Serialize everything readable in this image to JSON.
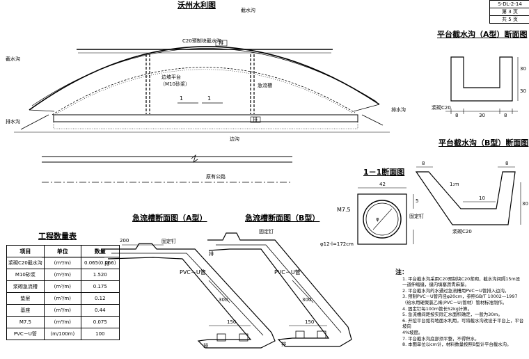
{
  "sheet": {
    "code": "S-DL-2-14",
    "page": "第 3 页",
    "total": "共 5 页"
  },
  "titles": {
    "elevation": "沃州水利图",
    "platform_a": "平台截水沟（A型）断面图",
    "platform_b": "平台截水沟（B型）断面图",
    "section_11": "1－1断面图",
    "chute_a": "急流槽断面图（A型）",
    "chute_b": "急流槽断面图（B型）",
    "quantity": "工程数量表"
  },
  "elevation_labels": {
    "top_note": "截水沟",
    "c20": "C20预制块截水沟",
    "left_ditch": "截水沟",
    "platform": "边坡平台",
    "m10": "（M10砂浆）",
    "right_ditch": "急流槽",
    "left_foot": "排水沟",
    "right_foot": "排水沟",
    "bottom": "边沟",
    "cut_left": "1",
    "cut_right": "1",
    "road": "原有公路",
    "pipe_a": "排",
    "pipe_b": "排"
  },
  "platform_a": {
    "material": "浆砌C20",
    "dim_left": "8",
    "dim_mid": "30",
    "dim_right": "8",
    "dim_h": "30",
    "dim_b": "30"
  },
  "platform_b": {
    "dim_top_l": "8",
    "dim_top_r": "8",
    "dim_mid": "10",
    "dim_h": "30",
    "slope": "1:m",
    "material": "浆砌C20"
  },
  "section_11": {
    "width": "42",
    "dim_r": "5",
    "mortar": "M7.5",
    "rebar": "φ12-l=172cm",
    "anchor": "固定钉",
    "pipe": "φ"
  },
  "chute_a": {
    "top_dim": "200",
    "anchor": "固定钉",
    "pipe": "PVC－U管",
    "slope_dim": "300",
    "bottom_dim": "150",
    "foot_l": "排",
    "foot_r": "排"
  },
  "chute_b": {
    "top_dim": "",
    "anchor": "固定钉",
    "pipe": "PVC－U管",
    "slope_dim": "300",
    "bottom_dim": "150",
    "foot_l": "排",
    "foot_r": "排"
  },
  "quantity_table": {
    "header": [
      "项目",
      "单位",
      "数量"
    ],
    "rows": [
      [
        "浆砌C20截水沟",
        "(m³/m)",
        "0.065(0.066)"
      ],
      [
        "M10砂浆",
        "(m³/m)",
        "1.520"
      ],
      [
        "浆砌急流槽",
        "(m³/m)",
        "0.175"
      ],
      [
        "垫层",
        "(m³/m)",
        "0.12"
      ],
      [
        "基座",
        "(m³/m)",
        "0.44"
      ],
      [
        "M7.5",
        "(m³/m)",
        "0.075"
      ],
      [
        "PVC－U管",
        "(m/100m)",
        "100"
      ]
    ]
  },
  "notes": {
    "title": "注：",
    "items": [
      "1. 平台截水沟采用C20预制块C20浆砌，截水沟间隔15m设",
      "一道伸缩缝，缝内填塞沥青麻絮。",
      "2. 平台截水沟的水通过急流槽用PVC－U管排入边沟。",
      "3. 预制PVC－U管内径φ20cm，参照GB/T 10002—1997",
      "（给水用硬聚氯乙烯(PVC－U)管材）管材标准制作。",
      "4. 固定钉每100m管长52kg计算。",
      "5. 急流槽间距按实际汇水面积确定，一般为30m。",
      "6. 开挖平台如有地面水利用，可将截水沟改设于平台上，平台坡向",
      "4%坡度。",
      "7. 平台截水沟底部须平整，不得积水。",
      "8. 本图单位以cm计，材料数量按照B型计平台截水沟。"
    ]
  }
}
